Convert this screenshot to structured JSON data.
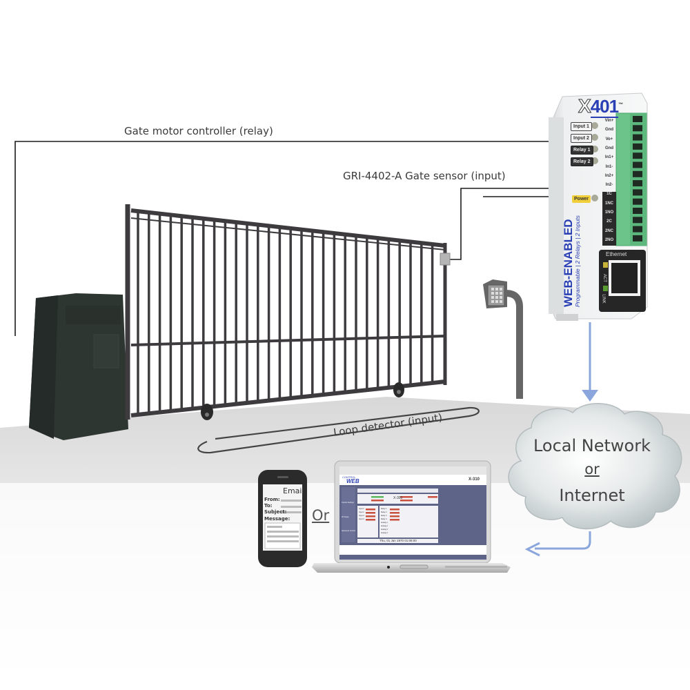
{
  "labels": {
    "gate_motor": "Gate motor controller (relay)",
    "gate_sensor": "GRI-4402-A Gate sensor (input)",
    "loop_detector": "Loop detector (input)",
    "or_between_devices": "Or"
  },
  "device": {
    "model": "X401",
    "trademark": "™",
    "indicators": [
      "Input 1",
      "Input 2",
      "Relay 1",
      "Relay 2"
    ],
    "power": "Power",
    "terminals": [
      "Vin+",
      "Gnd",
      "Vo+",
      "Gnd",
      "In1+",
      "In1-",
      "In2+",
      "In2-",
      "1C",
      "1NC",
      "1NO",
      "2C",
      "2NC",
      "2NO"
    ],
    "headline": "WEB-ENABLED",
    "subline": "Programmable | 2 Relays | 2 Inputs",
    "ethernet": "Ethernet",
    "act": "ACT",
    "link": "LINK"
  },
  "cloud": {
    "line1": "Local Network",
    "line2": "or",
    "line3": "Internet"
  },
  "phone": {
    "title": "Email",
    "fields": [
      "From:",
      "To:",
      "Subject:"
    ],
    "message_label": "Message:"
  },
  "laptop": {
    "brand_top": "CONTROL",
    "brand_main": "WEB",
    "model": "X-310",
    "panel_title": "X-300",
    "timestamp": "Thu, 01 Jan 1970 01:08:00",
    "side_nav": [
      "Control Settings",
      "I/O Setup",
      "Advanced Control"
    ],
    "inputs": [
      "Input 1",
      "Input 2",
      "Input 3",
      "Input 4"
    ],
    "relays": [
      "Relay 1",
      "Relay 2",
      "Relay 3",
      "Relay 4"
    ],
    "analogs": [
      "Analog 1",
      "Analog 2",
      "Analog 3",
      "Analog 4"
    ]
  },
  "colors": {
    "wire": "#1a1a1a",
    "gate": "#3d3b3e",
    "motor_box": "#2b3430",
    "arrow": "#8ba6dc",
    "brand_blue": "#2a3fb3",
    "terminal_green": "#6cc48a",
    "power_yellow": "#f0cf3a",
    "cloud": "#d4dadb"
  }
}
